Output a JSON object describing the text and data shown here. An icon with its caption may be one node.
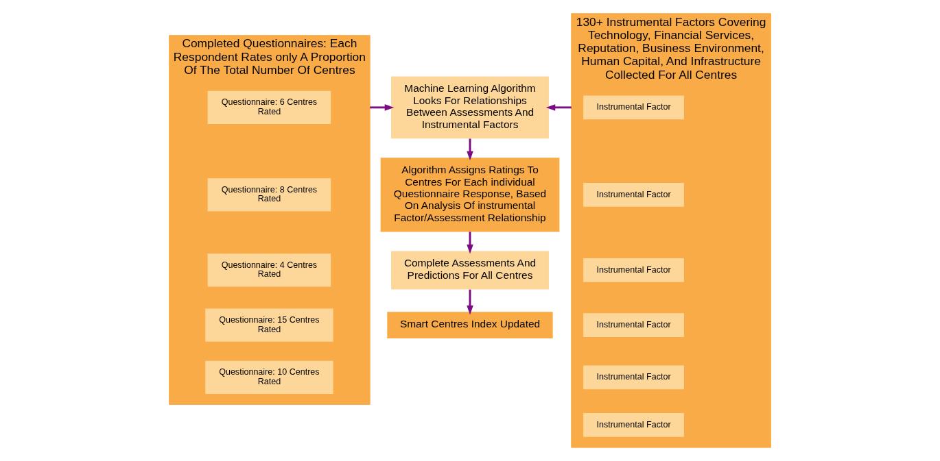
{
  "diagram": {
    "nodes": [
      {
        "text": [
          "Completed Questionnaires: Each Respondent Rates only A Proportion Of The Total Number Of Centres"
        ]
      },
      {
        "text": [
          "Questionnaire: 6 Centres Rated"
        ],
        "in": 0
      },
      {
        "text": [
          "Questionnaire: 8 Centres Rated"
        ],
        "in": 0
      },
      {
        "text": [
          "Questionnaire: 4 Centres Rated"
        ],
        "in": 0
      },
      {
        "text": [
          "Questionnaire: 15 Centres Rated"
        ],
        "in": 0
      },
      {
        "text": [
          "Questionnaire: 10 Centres Rated"
        ],
        "in": 0
      },
      {
        "text": [
          "Machine Learning Algorithm Looks For Relationships Between Assessments And Instrumental Factors"
        ]
      },
      {
        "text": [
          "130+ Instrumental Factors Covering Technology, Financial Services, Reputation, Business Environment, Human Capital, And Infrastructure Collected For All Centres"
        ]
      },
      {
        "text": [
          "Instrumental Factor"
        ],
        "in": 7
      },
      {
        "text": [
          "Instrumental Factor"
        ],
        "in": 7
      },
      {
        "text": [
          "Instrumental Factor"
        ],
        "in": 7
      },
      {
        "text": [
          "Instrumental Factor"
        ],
        "in": 7
      },
      {
        "text": [
          "Instrumental Factor"
        ],
        "in": 7
      },
      {
        "text": [
          "Instrumental Factor"
        ],
        "in": 7
      },
      {
        "text": [
          "Algorithm Assigns Ratings To Centres For Each individual Questionnaire Response, Based On Analysis Of instrumental Factor/Assessment Relationship"
        ]
      },
      {
        "text": [
          "Complete Assessments And Predictions For All Centres"
        ]
      },
      {
        "text": [
          "Smart Centres Index Updated"
        ]
      }
    ],
    "edges": [
      {
        "from": 0,
        "to": 6,
        "arrow": "to"
      },
      {
        "from": 7,
        "to": 6,
        "arrow": "to"
      },
      {
        "from": 6,
        "to": 14,
        "arrow": "to"
      },
      {
        "from": 14,
        "to": 15,
        "arrow": "to"
      },
      {
        "from": 15,
        "to": 16,
        "arrow": "to"
      }
    ]
  }
}
